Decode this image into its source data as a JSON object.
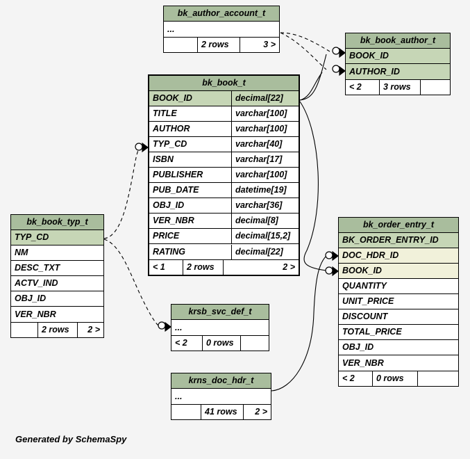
{
  "diagram": {
    "background_color": "#f4f4f4",
    "header_color": "#a9bd9d",
    "primary_key_color": "#c6d6b6",
    "foreign_key_color": "#f1f1da",
    "row_color": "#ffffff",
    "line_color": "#000000",
    "credit": "Generated by SchemaSpy"
  },
  "tables": [
    {
      "id": "bk_author_account_t",
      "name": "bk_author_account_t",
      "columns": [
        {
          "name": "...",
          "type": "",
          "key": "none"
        }
      ],
      "footer": {
        "left": "",
        "middle": "2 rows",
        "right": "3 >"
      }
    },
    {
      "id": "bk_book_author_t",
      "name": "bk_book_author_t",
      "columns": [
        {
          "name": "BOOK_ID",
          "type": "",
          "key": "pk"
        },
        {
          "name": "AUTHOR_ID",
          "type": "",
          "key": "pk"
        }
      ],
      "footer": {
        "left": "< 2",
        "middle": "3 rows",
        "right": ""
      }
    },
    {
      "id": "bk_book_t",
      "name": "bk_book_t",
      "columns": [
        {
          "name": "BOOK_ID",
          "type": "decimal[22]",
          "key": "pk"
        },
        {
          "name": "TITLE",
          "type": "varchar[100]",
          "key": "none"
        },
        {
          "name": "AUTHOR",
          "type": "varchar[100]",
          "key": "none"
        },
        {
          "name": "TYP_CD",
          "type": "varchar[40]",
          "key": "none"
        },
        {
          "name": "ISBN",
          "type": "varchar[17]",
          "key": "none"
        },
        {
          "name": "PUBLISHER",
          "type": "varchar[100]",
          "key": "none"
        },
        {
          "name": "PUB_DATE",
          "type": "datetime[19]",
          "key": "none"
        },
        {
          "name": "OBJ_ID",
          "type": "varchar[36]",
          "key": "none"
        },
        {
          "name": "VER_NBR",
          "type": "decimal[8]",
          "key": "none"
        },
        {
          "name": "PRICE",
          "type": "decimal[15,2]",
          "key": "none"
        },
        {
          "name": "RATING",
          "type": "decimal[22]",
          "key": "none"
        }
      ],
      "footer": {
        "left": "< 1",
        "middle": "2 rows",
        "right": "2 >"
      }
    },
    {
      "id": "bk_book_typ_t",
      "name": "bk_book_typ_t",
      "columns": [
        {
          "name": "TYP_CD",
          "type": "",
          "key": "pk"
        },
        {
          "name": "NM",
          "type": "",
          "key": "none"
        },
        {
          "name": "DESC_TXT",
          "type": "",
          "key": "none"
        },
        {
          "name": "ACTV_IND",
          "type": "",
          "key": "none"
        },
        {
          "name": "OBJ_ID",
          "type": "",
          "key": "none"
        },
        {
          "name": "VER_NBR",
          "type": "",
          "key": "none"
        }
      ],
      "footer": {
        "left": "",
        "middle": "2 rows",
        "right": "2 >"
      }
    },
    {
      "id": "bk_order_entry_t",
      "name": "bk_order_entry_t",
      "columns": [
        {
          "name": "BK_ORDER_ENTRY_ID",
          "type": "",
          "key": "pk"
        },
        {
          "name": "DOC_HDR_ID",
          "type": "",
          "key": "fk"
        },
        {
          "name": "BOOK_ID",
          "type": "",
          "key": "fk"
        },
        {
          "name": "QUANTITY",
          "type": "",
          "key": "none"
        },
        {
          "name": "UNIT_PRICE",
          "type": "",
          "key": "none"
        },
        {
          "name": "DISCOUNT",
          "type": "",
          "key": "none"
        },
        {
          "name": "TOTAL_PRICE",
          "type": "",
          "key": "none"
        },
        {
          "name": "OBJ_ID",
          "type": "",
          "key": "none"
        },
        {
          "name": "VER_NBR",
          "type": "",
          "key": "none"
        }
      ],
      "footer": {
        "left": "< 2",
        "middle": "0 rows",
        "right": ""
      }
    },
    {
      "id": "krsb_svc_def_t",
      "name": "krsb_svc_def_t",
      "columns": [
        {
          "name": "...",
          "type": "",
          "key": "none"
        }
      ],
      "footer": {
        "left": "< 2",
        "middle": "0 rows",
        "right": ""
      }
    },
    {
      "id": "krns_doc_hdr_t",
      "name": "krns_doc_hdr_t",
      "columns": [
        {
          "name": "...",
          "type": "",
          "key": "none"
        }
      ],
      "footer": {
        "left": "",
        "middle": "41 rows",
        "right": "2 >"
      }
    }
  ],
  "relationships": [
    {
      "from": "bk_author_account_t",
      "to": "bk_book_author_t",
      "style": "dashed"
    },
    {
      "from": "bk_book_t",
      "to": "bk_book_author_t",
      "style": "solid"
    },
    {
      "from": "bk_book_typ_t",
      "to": "bk_book_t",
      "style": "dashed"
    },
    {
      "from": "bk_book_typ_t",
      "to": "krsb_svc_def_t",
      "style": "dashed"
    },
    {
      "from": "bk_book_t",
      "to": "bk_order_entry_t",
      "style": "solid"
    },
    {
      "from": "krns_doc_hdr_t",
      "to": "bk_order_entry_t",
      "style": "solid"
    }
  ]
}
